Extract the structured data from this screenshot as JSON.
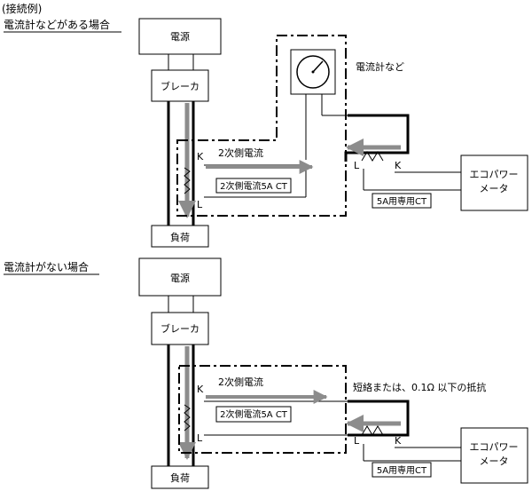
{
  "header": {
    "example_label": "(接続例)",
    "section1_title": "電流計などがある場合",
    "section2_title": "電流計がない場合"
  },
  "diagram1": {
    "power_source": "電源",
    "breaker": "ブレーカ",
    "load": "負荷",
    "ammeter_label": "電流計など",
    "secondary_current": "2次側電流",
    "ct_5a": "2次側電流5A CT",
    "ct_dedicated": "5A用専用CT",
    "meter_line1": "エコパワー",
    "meter_line2": "メータ",
    "k_left": "K",
    "l_left": "L",
    "l_right": "L",
    "k_right": "K"
  },
  "diagram2": {
    "power_source": "電源",
    "breaker": "ブレーカ",
    "load": "負荷",
    "short_label": "短絡または、0.1Ω 以下の抵抗",
    "secondary_current": "2次側電流",
    "ct_5a": "2次側電流5A CT",
    "ct_dedicated": "5A用専用CT",
    "meter_line1": "エコパワー",
    "meter_line2": "メータ",
    "k_left": "K",
    "l_left": "L",
    "l_right": "L",
    "k_right": "K"
  }
}
